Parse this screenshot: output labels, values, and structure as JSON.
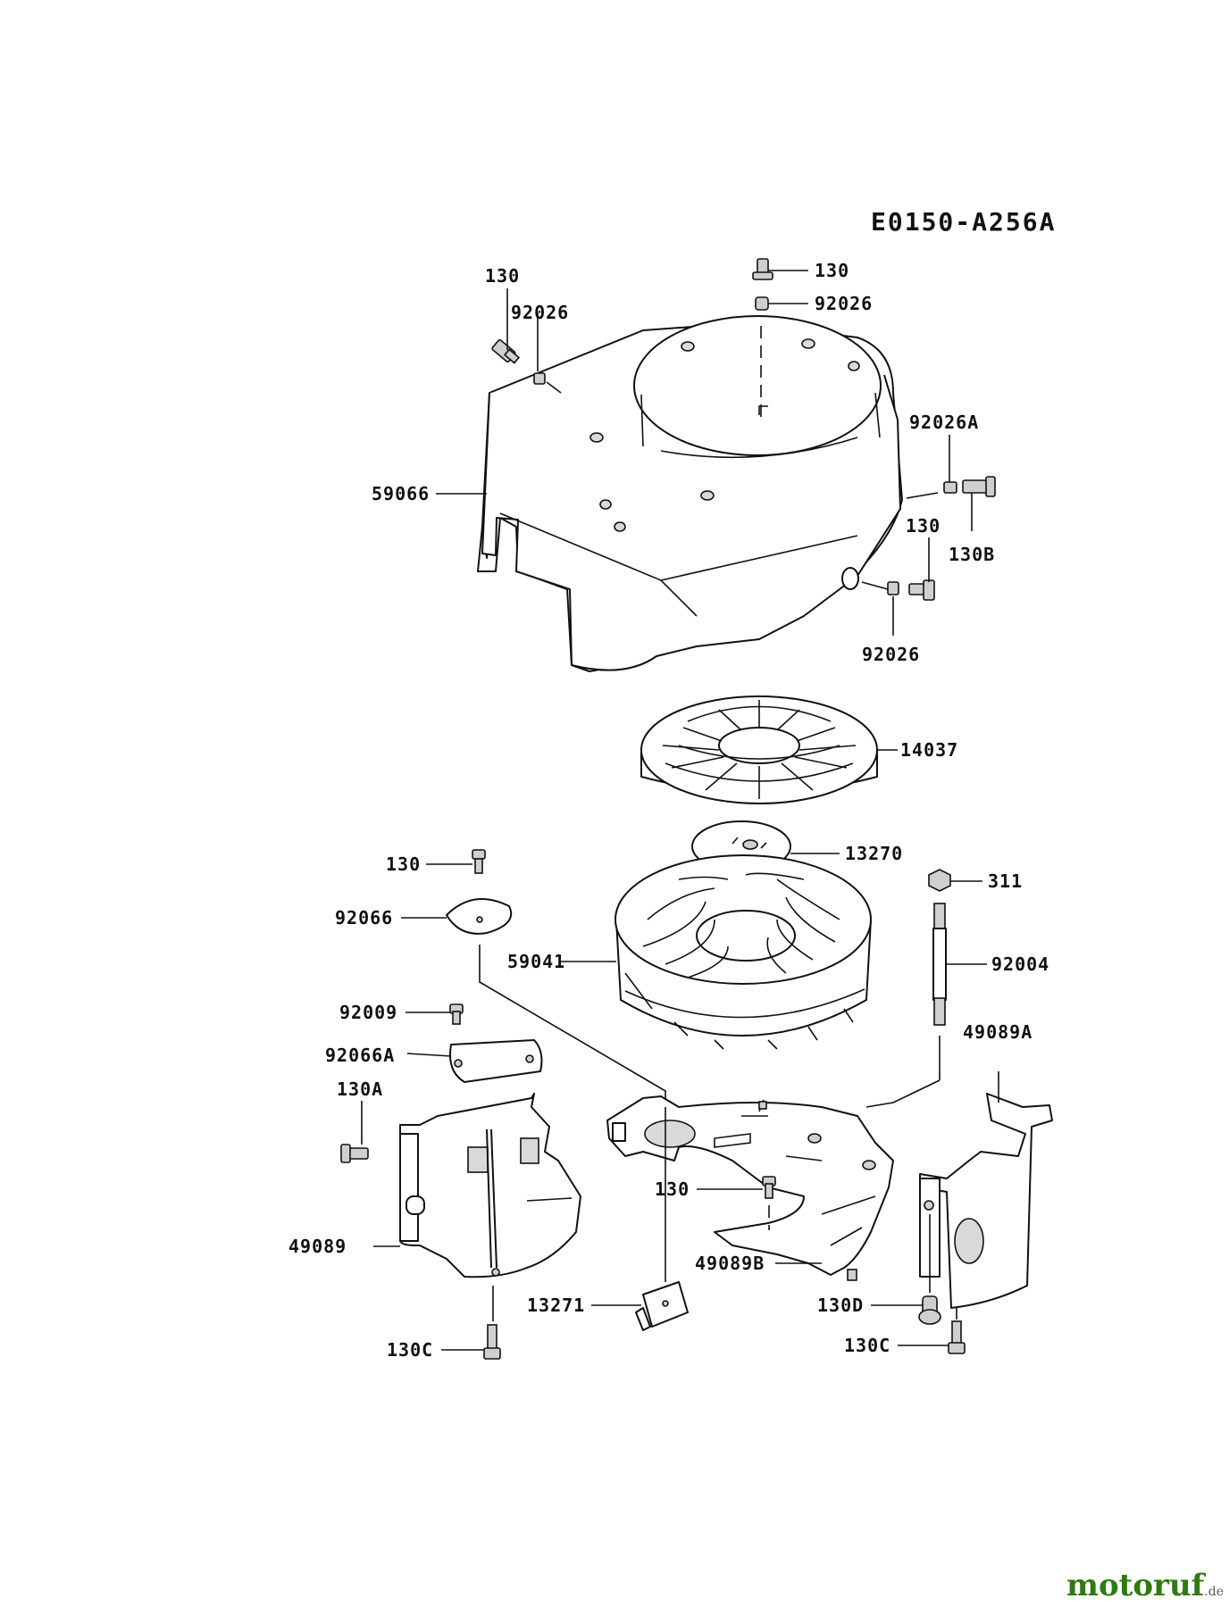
{
  "diagram_code": "E0150-A256A",
  "watermark": {
    "name": "motoruf",
    "tld": ".de"
  },
  "labels": {
    "p130_top_left": "130",
    "p92026_top_left": "92026",
    "p130_top": "130",
    "p92026_top": "92026",
    "p92026A": "92026A",
    "p59066": "59066",
    "p130_right": "130",
    "p130B": "130B",
    "p92026_right": "92026",
    "p14037": "14037",
    "p13270": "13270",
    "p130_mid": "130",
    "p311": "311",
    "p92066": "92066",
    "p59041": "59041",
    "p92004": "92004",
    "p92009": "92009",
    "p49089A": "49089A",
    "p92066A": "92066A",
    "p130A": "130A",
    "p130_lower": "130",
    "p49089": "49089",
    "p49089B": "49089B",
    "p13271": "13271",
    "p130D": "130D",
    "p130C_left": "130C",
    "p130C_right": "130C"
  },
  "icons": [
    "housing-shroud",
    "cooling-fan-screen",
    "fan-plate",
    "flywheel-fan",
    "baffle-plates",
    "bolts",
    "nut",
    "stud"
  ]
}
